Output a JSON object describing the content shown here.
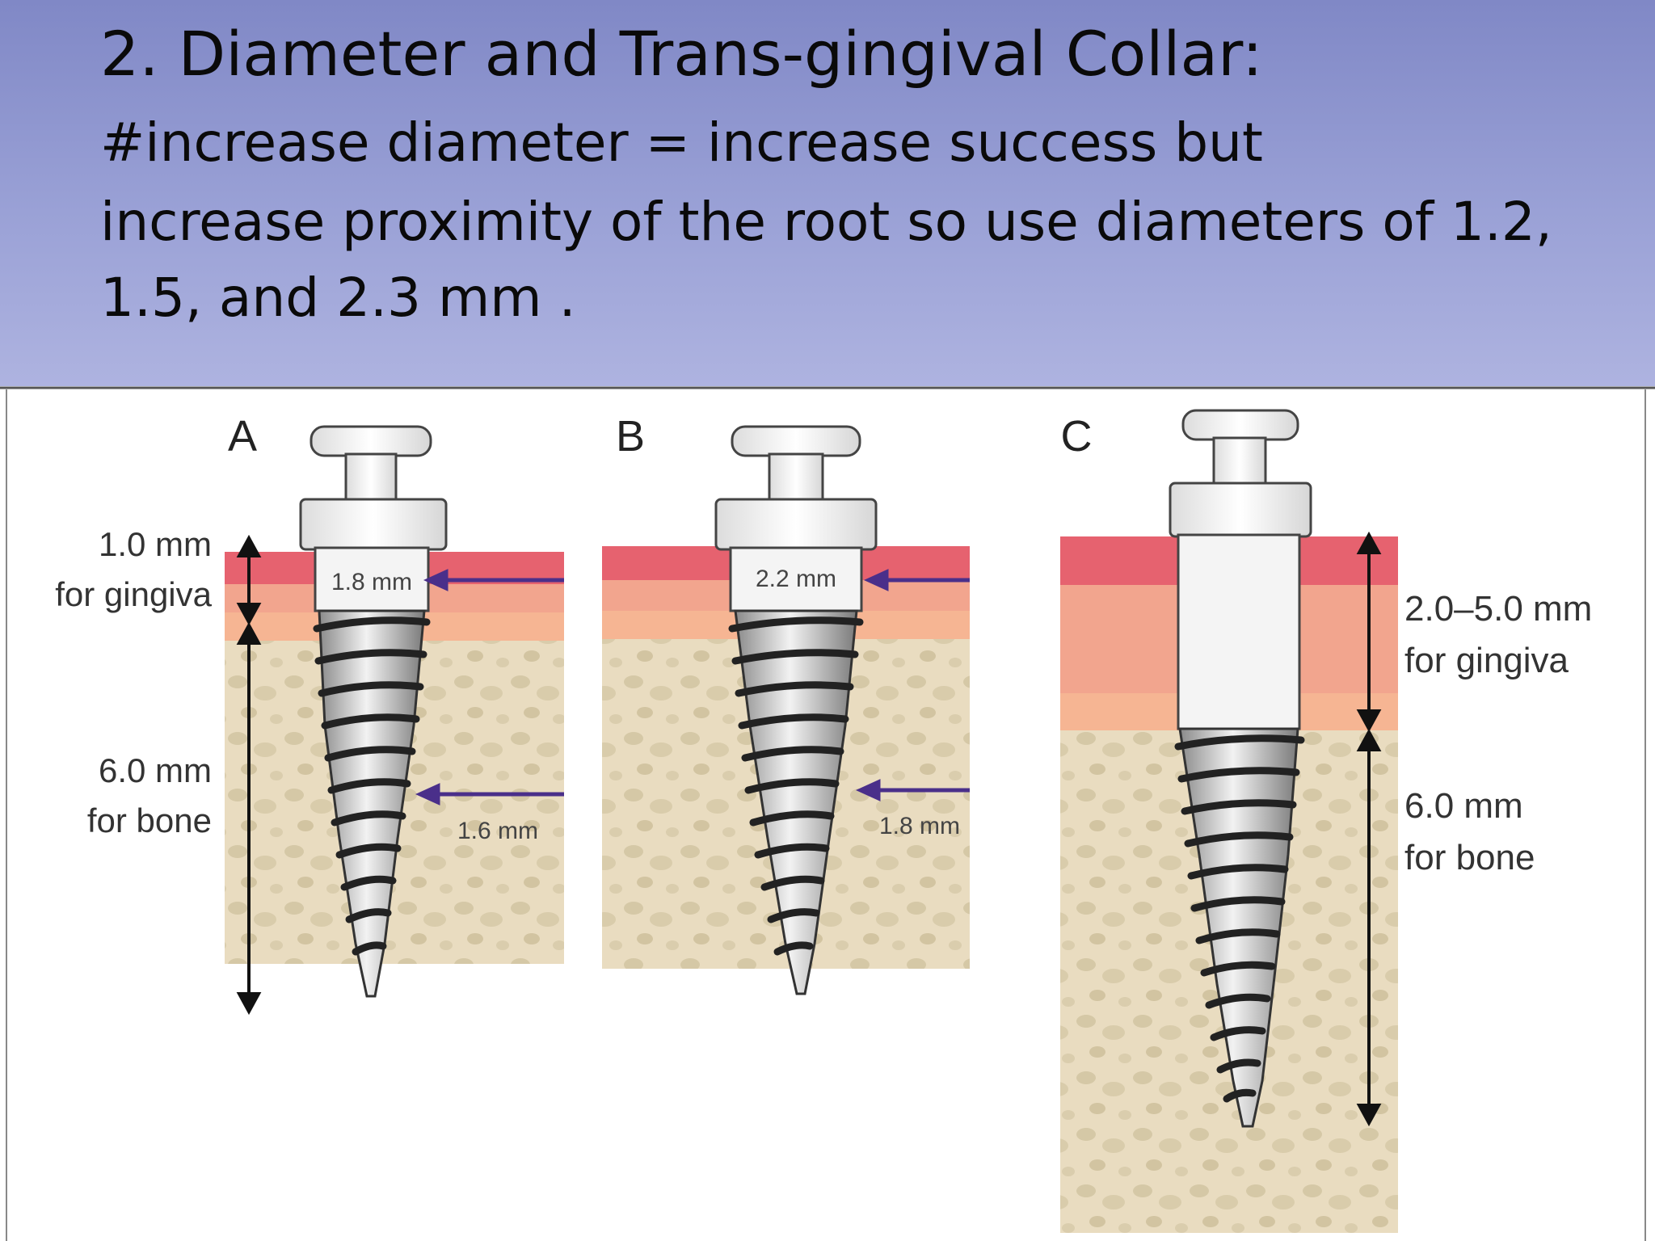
{
  "slide": {
    "title": "2. Diameter and  Trans-gingival Collar:",
    "body_lines": [
      "#increase diameter = increase success but",
      "increase proximity of the root  so use diameters of 1.2,",
      "1.5, and 2.3 mm ."
    ]
  },
  "figure": {
    "panels": [
      {
        "letter": "A",
        "collar_diameter": "1.8 mm",
        "thread_diameter": "1.6 mm",
        "gingiva_label": [
          "1.0 mm",
          "for gingiva"
        ],
        "bone_label": [
          "6.0 mm",
          "for bone"
        ]
      },
      {
        "letter": "B",
        "collar_diameter": "2.2 mm",
        "thread_diameter": "1.8 mm"
      },
      {
        "letter": "C",
        "gingiva_label": [
          "2.0–5.0 mm",
          "for gingiva"
        ],
        "bone_label": [
          "6.0 mm",
          "for bone"
        ]
      }
    ],
    "colors": {
      "header_gradient_top": "#8088c6",
      "header_gradient_bottom": "#aeb3e0",
      "gingiva_dark": "#e4566a",
      "gingiva_light": "#f3957e",
      "bone": "#e9dcc0",
      "bone_spots": "#d3c6a3",
      "arrow_purple": "#4a2f8a"
    }
  }
}
